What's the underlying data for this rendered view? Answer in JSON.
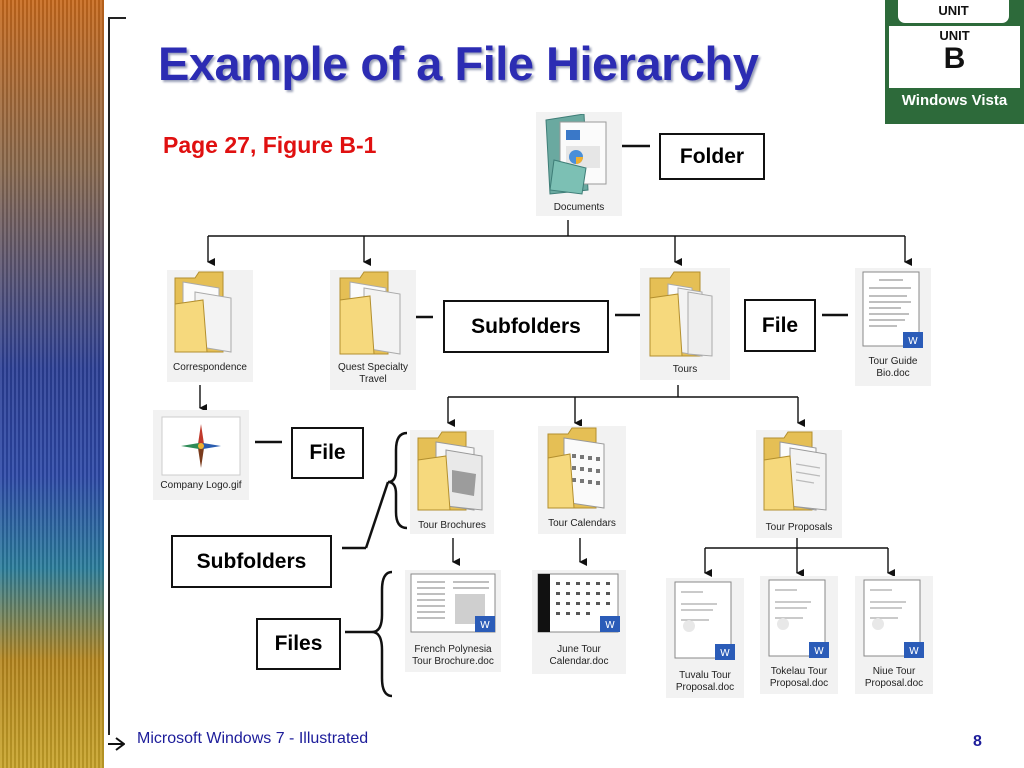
{
  "slide": {
    "title": "Example of a File Hierarchy",
    "subtitle": "Page 27, Figure B-1",
    "footer": "Microsoft Windows 7 - Illustrated",
    "page_number": "8"
  },
  "badge": {
    "top_label": "UNIT",
    "unit_label": "UNIT",
    "letter": "B",
    "product": "Windows Vista"
  },
  "labels": {
    "folder": "Folder",
    "subfolders_top": "Subfolders",
    "file_top": "File",
    "file_left": "File",
    "subfolders_bottom": "Subfolders",
    "files": "Files"
  },
  "nodes": {
    "documents": "Documents",
    "correspondence": "Correspondence",
    "quest_line1": "Quest Specialty",
    "quest_line2": "Travel",
    "tours": "Tours",
    "tour_guide_line1": "Tour Guide",
    "tour_guide_line2": "Bio.doc",
    "company_logo": "Company Logo.gif",
    "tour_brochures": "Tour Brochures",
    "tour_calendars": "Tour Calendars",
    "tour_proposals": "Tour Proposals",
    "french_line1": "French Polynesia",
    "french_line2": "Tour Brochure.doc",
    "june_line1": "June Tour",
    "june_line2": "Calendar.doc",
    "tuvalu_line1": "Tuvalu Tour",
    "tuvalu_line2": "Proposal.doc",
    "tokelau_line1": "Tokelau Tour",
    "tokelau_line2": "Proposal.doc",
    "niue_line1": "Niue Tour",
    "niue_line2": "Proposal.doc"
  },
  "colors": {
    "title": "#2c2cb3",
    "subtitle": "#e01010",
    "footer": "#1c1c9a",
    "badge": "#2d6a3a",
    "folder": "#f3d77e"
  }
}
